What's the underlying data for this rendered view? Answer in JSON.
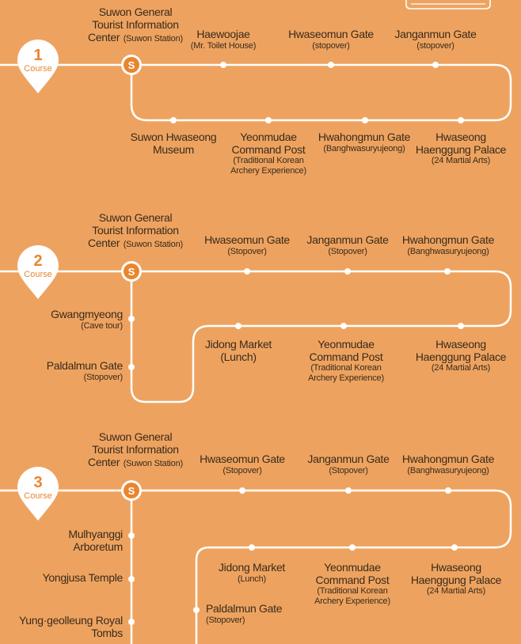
{
  "courses": [
    {
      "number": "1",
      "course_label": "Course",
      "start_badge": "S",
      "start": {
        "l1": "Suwon General",
        "l2": "Tourist Information",
        "l3a": "Center",
        "l3b": "(Suwon Station)"
      },
      "top_stops": [
        {
          "name": "Haewoojae",
          "note": "(Mr. Toilet House)"
        },
        {
          "name": "Hwaseomun Gate",
          "note": "(stopover)"
        },
        {
          "name": "Janganmun Gate",
          "note": "(stopover)"
        }
      ],
      "bottom_stops": [
        {
          "name": "Suwon Hwaseong",
          "name2": "Museum"
        },
        {
          "name": "Yeonmudae",
          "name2": "Command Post",
          "note": "(Traditional Korean",
          "note2": "Archery Experience)"
        },
        {
          "name": "Hwahongmun Gate",
          "note": "(Banghwasuryujeong)"
        },
        {
          "name": "Hwaseong",
          "name2": "Haenggung Palace",
          "note": "(24 Martial Arts)"
        }
      ]
    },
    {
      "number": "2",
      "course_label": "Course",
      "start_badge": "S",
      "start": {
        "l1": "Suwon General",
        "l2": "Tourist Information",
        "l3a": "Center",
        "l3b": "(Suwon Station)"
      },
      "top_stops": [
        {
          "name": "Hwaseomun Gate",
          "note": "(Stopover)"
        },
        {
          "name": "Janganmun Gate",
          "note": "(Stopover)"
        },
        {
          "name": "Hwahongmun Gate",
          "note": "(Banghwasuryujeong)"
        }
      ],
      "middle_stops": [
        {
          "name": "Jidong Market",
          "note": "(Lunch)"
        },
        {
          "name": "Yeonmudae",
          "name2": "Command Post",
          "note": "(Traditional Korean",
          "note2": "Archery Experience)"
        },
        {
          "name": "Hwaseong",
          "name2": "Haenggung Palace",
          "note": "(24 Martial Arts)"
        }
      ],
      "side_stops": [
        {
          "name": "Gwangmyeong",
          "note": "(Cave tour)"
        },
        {
          "name": "Paldalmun Gate",
          "note": "(Stopover)"
        }
      ]
    },
    {
      "number": "3",
      "course_label": "Course",
      "start_badge": "S",
      "start": {
        "l1": "Suwon General",
        "l2": "Tourist Information",
        "l3a": "Center",
        "l3b": "(Suwon Station)"
      },
      "top_stops": [
        {
          "name": "Hwaseomun Gate",
          "note": "(Stopover)"
        },
        {
          "name": "Janganmun Gate",
          "note": "(Stopover)"
        },
        {
          "name": "Hwahongmun Gate",
          "note": "(Banghwasuryujeong)"
        }
      ],
      "middle_stops": [
        {
          "name": "Jidong Market",
          "note": "(Lunch)"
        },
        {
          "name": "Yeonmudae",
          "name2": "Command Post",
          "note": "(Traditional Korean",
          "note2": "Archery Experience)"
        },
        {
          "name": "Hwaseong",
          "name2": "Haenggung Palace",
          "note": "(24 Martial Arts)"
        }
      ],
      "side_stops": [
        {
          "name": "Mulhyanggi",
          "name2": "Arboretum"
        },
        {
          "name": "Yongjusa Temple"
        },
        {
          "name": "Yung·geolleung Royal",
          "name2": "Tombs"
        }
      ],
      "last_stop": {
        "name": "Paldalmun Gate",
        "note": "(Stopover)"
      }
    }
  ]
}
